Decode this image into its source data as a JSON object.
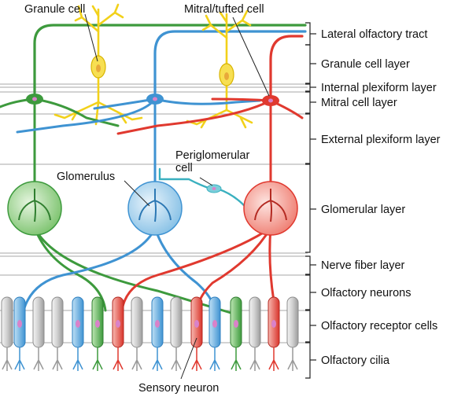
{
  "layers": [
    "Lateral olfactory tract",
    "Granule cell layer",
    "Internal plexiform layer",
    "Mitral cell layer",
    "External plexiform layer",
    "Glomerular layer",
    "Nerve fiber layer",
    "Olfactory neurons",
    "Olfactory receptor cells",
    "Olfactory cilia"
  ],
  "callouts": {
    "granule_cell": "Granule cell",
    "mitral_tufted_cell": "Mitral/tufted cell",
    "periglomerular_line1": "Periglomerular",
    "periglomerular_line2": "cell",
    "glomerulus": "Glomerulus",
    "sensory_neuron": "Sensory neuron"
  },
  "colors": {
    "green": "#3d9a3d",
    "blue": "#3f93d2",
    "red": "#e0392f",
    "yellow": "#f2d11a",
    "gray": "#b8b8b8",
    "cyan": "#3ab0bf"
  }
}
